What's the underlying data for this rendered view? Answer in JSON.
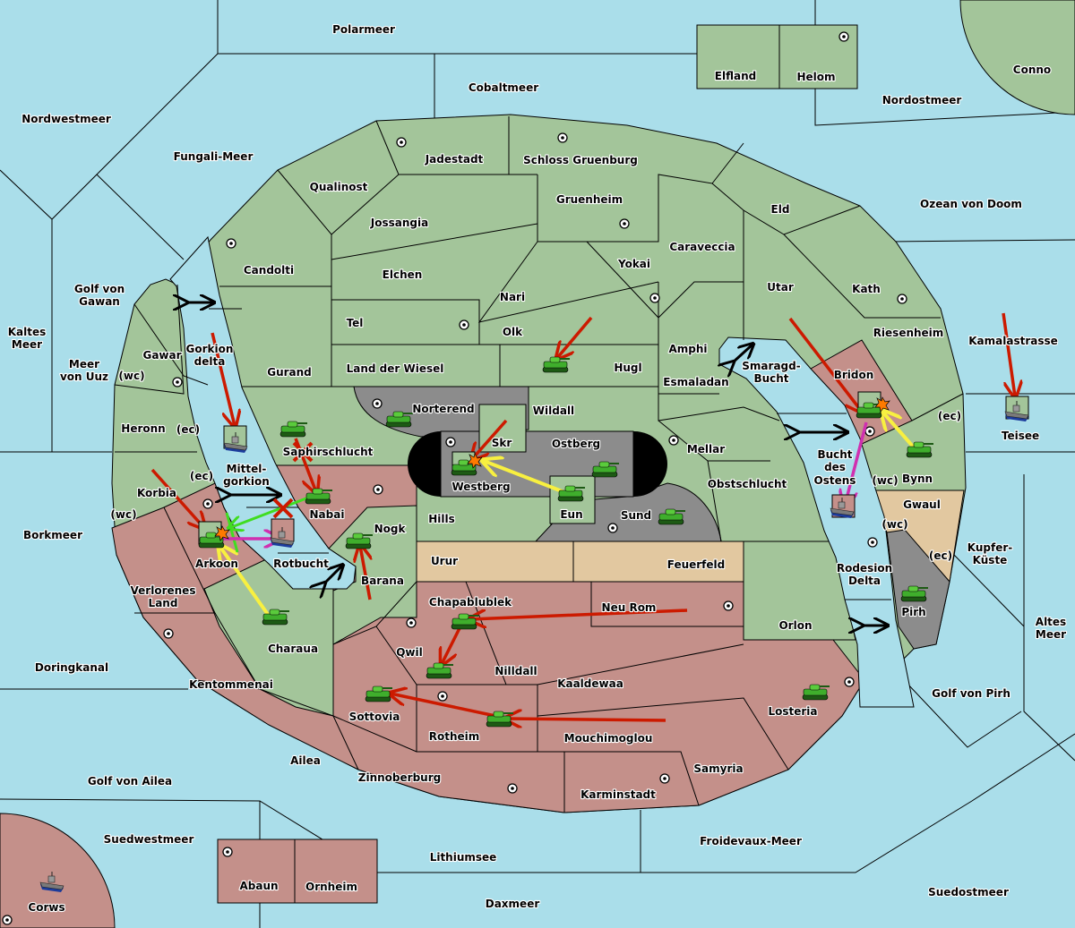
{
  "colors": {
    "sea": "#aadeea",
    "land_green": "#a3c59a",
    "land_red": "#c4908a",
    "land_tan": "#e2c8a0",
    "land_gray": "#8c8c8c",
    "impassable": "#000000",
    "order_move": "#cc1a00",
    "order_support_yellow": "#f8f040",
    "order_support_green": "#40dd20",
    "order_convoy_magenta": "#d030b0"
  },
  "labels": [
    "Polarmeer",
    "Cobaltmeer",
    "Elfland",
    "Helom",
    "Conno",
    "Nordostmeer",
    "Nordwestmeer",
    "Fungali-Meer",
    "Jadestadt",
    "Schloss Gruenburg",
    "Qualinost",
    "Gruenheim",
    "Eld",
    "Ozean von Doom",
    "Jossangia",
    "Caraveccia",
    "Candolti",
    "Elchen",
    "Yokai",
    "Golf von",
    "Gawan",
    "Utar",
    "Kath",
    "Nari",
    "Tel",
    "Olk",
    "Riesenheim",
    "Kamalastrasse",
    "Kaltes",
    "Meer",
    "Amphi",
    "Gawar",
    "Gorkion",
    "delta",
    "Meer",
    "von Uuz",
    "(wc)",
    "Gurand",
    "Land der Wiesel",
    "Hugl",
    "Smaragd-",
    "Bucht",
    "Esmaladan",
    "Bridon",
    "Norterend",
    "Wildall",
    "Heronn",
    "(ec)",
    "Teisee",
    "(ec)",
    "Skr",
    "Ostberg",
    "Mellar",
    "Bucht",
    "des",
    "Ostens",
    "Mittel-",
    "gorkion",
    "Saphirschlucht",
    "(ec)",
    "Bynn",
    "(wc)",
    "Korbia",
    "Westberg",
    "Obstschlucht",
    "Gwaul",
    "(wc)",
    "Nabai",
    "Eun",
    "Sund",
    "Hills",
    "(wc)",
    "Nogk",
    "Borkmeer",
    "Arkoon",
    "Rotbucht",
    "Urur",
    "Feuerfeld",
    "Kupfer-",
    "Küste",
    "(ec)",
    "Rodesion",
    "Delta",
    "Barana",
    "Verlorenes",
    "Land",
    "Chapablublek",
    "Neu Rom",
    "Pirh",
    "Charaua",
    "Qwil",
    "Orlon",
    "Altes",
    "Meer",
    "Doringkanal",
    "Nilldall",
    "Kentommenai",
    "Kaaldewaa",
    "Golf von Pirh",
    "Losteria",
    "Sottovia",
    "Rotheim",
    "Mouchimoglou",
    "Ailea",
    "Samyria",
    "Golf von Ailea",
    "Zinnoberburg",
    "Karminstadt",
    "Suedwestmeer",
    "Froidevaux-Meer",
    "Lithiumsee",
    "Abaun",
    "Ornheim",
    "Suedostmeer",
    "Daxmeer",
    "Corws"
  ],
  "units": [
    {
      "type": "army",
      "province": "Hugl"
    },
    {
      "type": "army",
      "province": "Norterend"
    },
    {
      "type": "army",
      "province": "Saphirschlucht"
    },
    {
      "type": "army",
      "province": "Nabai"
    },
    {
      "type": "army",
      "province": "Nogk"
    },
    {
      "type": "army",
      "province": "Arkoon"
    },
    {
      "type": "army",
      "province": "Charaua"
    },
    {
      "type": "army",
      "province": "Westberg"
    },
    {
      "type": "army",
      "province": "Ostberg"
    },
    {
      "type": "army",
      "province": "Eun"
    },
    {
      "type": "army",
      "province": "Sund"
    },
    {
      "type": "army",
      "province": "Chapablublek"
    },
    {
      "type": "army",
      "province": "Qwil"
    },
    {
      "type": "army",
      "province": "Sottovia"
    },
    {
      "type": "army",
      "province": "Rotheim"
    },
    {
      "type": "army",
      "province": "Bridon"
    },
    {
      "type": "army",
      "province": "Bynn"
    },
    {
      "type": "army",
      "province": "Pirh"
    },
    {
      "type": "army",
      "province": "Losteria"
    },
    {
      "type": "fleet",
      "province": "Mittelgorkion"
    },
    {
      "type": "fleet",
      "province": "Rotbucht"
    },
    {
      "type": "fleet",
      "province": "Bucht des Ostens"
    },
    {
      "type": "fleet",
      "province": "Teisee"
    },
    {
      "type": "fleet",
      "province": "Corws"
    }
  ]
}
